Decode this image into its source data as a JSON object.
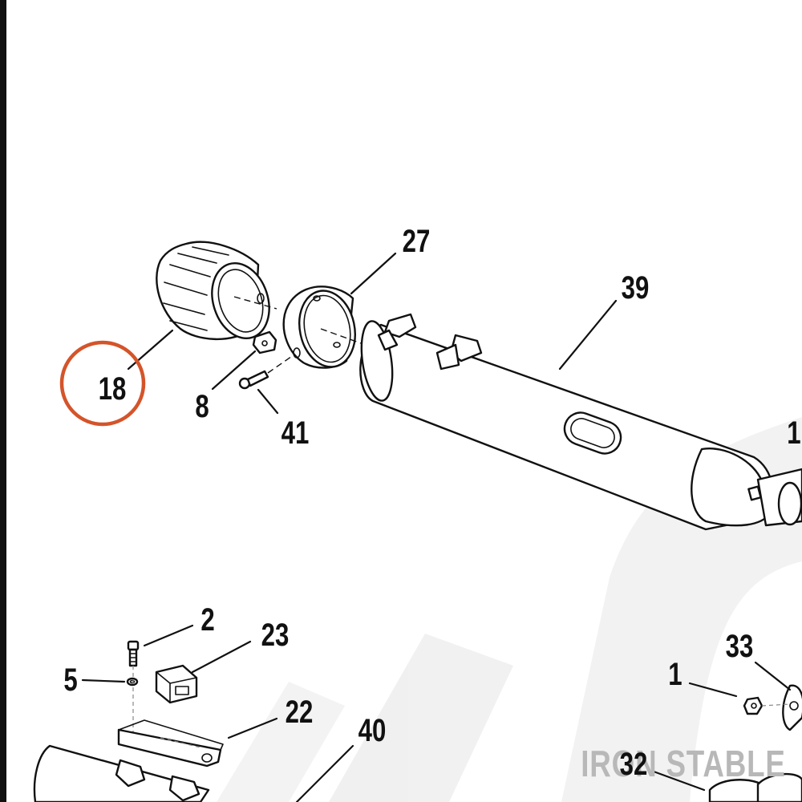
{
  "diagram": {
    "watermark_text": "IRON STABLE",
    "highlight_color": "#d4542a",
    "highlighted_callout": "18",
    "callouts": {
      "c18": "18",
      "c27": "27",
      "c39": "39",
      "c8": "8",
      "c41": "41",
      "c1_right": "1",
      "c2": "2",
      "c23": "23",
      "c5": "5",
      "c22": "22",
      "c40": "40",
      "c33": "33",
      "c1_lower": "1",
      "c32": "32"
    }
  }
}
